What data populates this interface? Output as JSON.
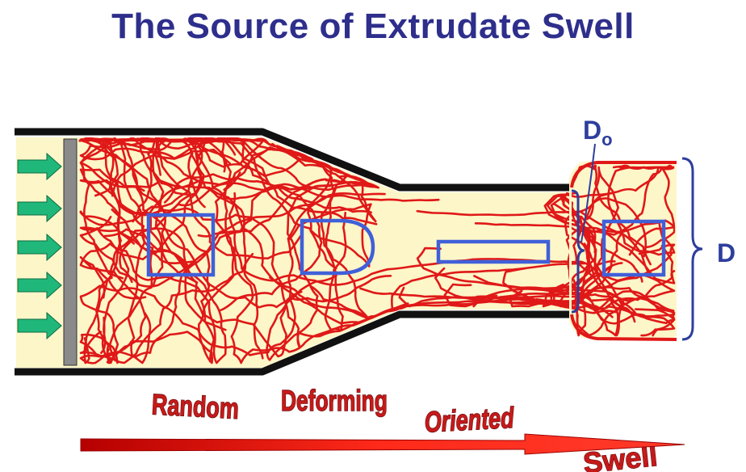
{
  "title": "The Source of Extrudate Swell",
  "labels": {
    "random": "Random",
    "deforming": "Deforming",
    "oriented": "Oriented",
    "swell": "Swell",
    "die_diameter_main": "D",
    "die_diameter_sub": "o",
    "swell_diameter": "D"
  },
  "colors": {
    "title": "#2e2e8c",
    "polymer_fill": "#fdf6c8",
    "chains": "#e01818",
    "boxes": "#4060d8",
    "arrows": "#1fb87a",
    "wall": "#111111",
    "piston": "#8a8a8a",
    "braces": "#2e3e9e",
    "flow_arrow": "#e31010"
  },
  "icons": {
    "inlet_arrows": "arrow-right-icon",
    "flow_direction": "long-arrow-right-icon"
  }
}
